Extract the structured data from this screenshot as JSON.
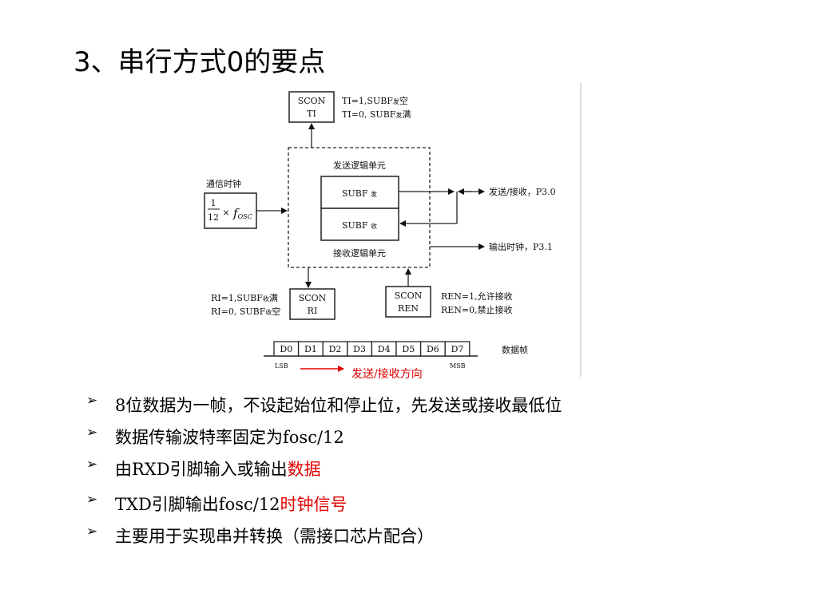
{
  "slide": {
    "title": "3、串行方式0的要点"
  },
  "diagram": {
    "top_scon": {
      "line1": "SCON",
      "line2": "TI"
    },
    "ti_note": {
      "line1": "TI=1,SUBF",
      "sub1": "发",
      "tail1": "空",
      "line2": "TI=0, SUBF",
      "sub2": "发",
      "tail2": "满"
    },
    "comm_clock": {
      "label": "通信时钟",
      "num": "1",
      "den": "12",
      "times": "×",
      "f": "f",
      "sub": "OSC"
    },
    "send_unit": "发送逻辑单元",
    "subf_send": {
      "main": "SUBF",
      "sub": "发"
    },
    "subf_recv": {
      "main": "SUBF",
      "sub": "收"
    },
    "recv_unit": "接收逻辑单元",
    "p30": "发送/接收，P3.0",
    "p31": "输出时钟，P3.1",
    "ri_scon": {
      "line1": "SCON",
      "line2": "RI"
    },
    "ri_note": {
      "line1": "RI=1,SUBF",
      "sub1": "收",
      "tail1": "满",
      "line2": "RI=0, SUBF",
      "sub2": "收",
      "tail2": "空"
    },
    "ren_scon": {
      "line1": "SCON",
      "line2": "REN"
    },
    "ren_note": {
      "line1": "REN=1,允许接收",
      "line2": "REN=0,禁止接收"
    },
    "frame_bits": [
      "D0",
      "D1",
      "D2",
      "D3",
      "D4",
      "D5",
      "D6",
      "D7"
    ],
    "frame_label": "数据帧",
    "lsb": "LSB",
    "msb": "MSB",
    "direction": "发送/接收方向"
  },
  "bullets": [
    {
      "text": "8位数据为一帧，不设起始位和停止位，先发送或接收最低位",
      "highlight": ""
    },
    {
      "text": "数据传输波特率固定为fosc/12",
      "highlight": ""
    },
    {
      "text": "由RXD引脚输入或输出",
      "highlight": "数据"
    },
    {
      "text": "TXD引脚输出fosc/12",
      "highlight": "时钟信号"
    },
    {
      "text": "主要用于实现串并转换（需接口芯片配合）",
      "highlight": ""
    }
  ],
  "bullet_marker": "➢",
  "colors": {
    "highlight": "#e00000",
    "diagram_line": "#222222"
  }
}
